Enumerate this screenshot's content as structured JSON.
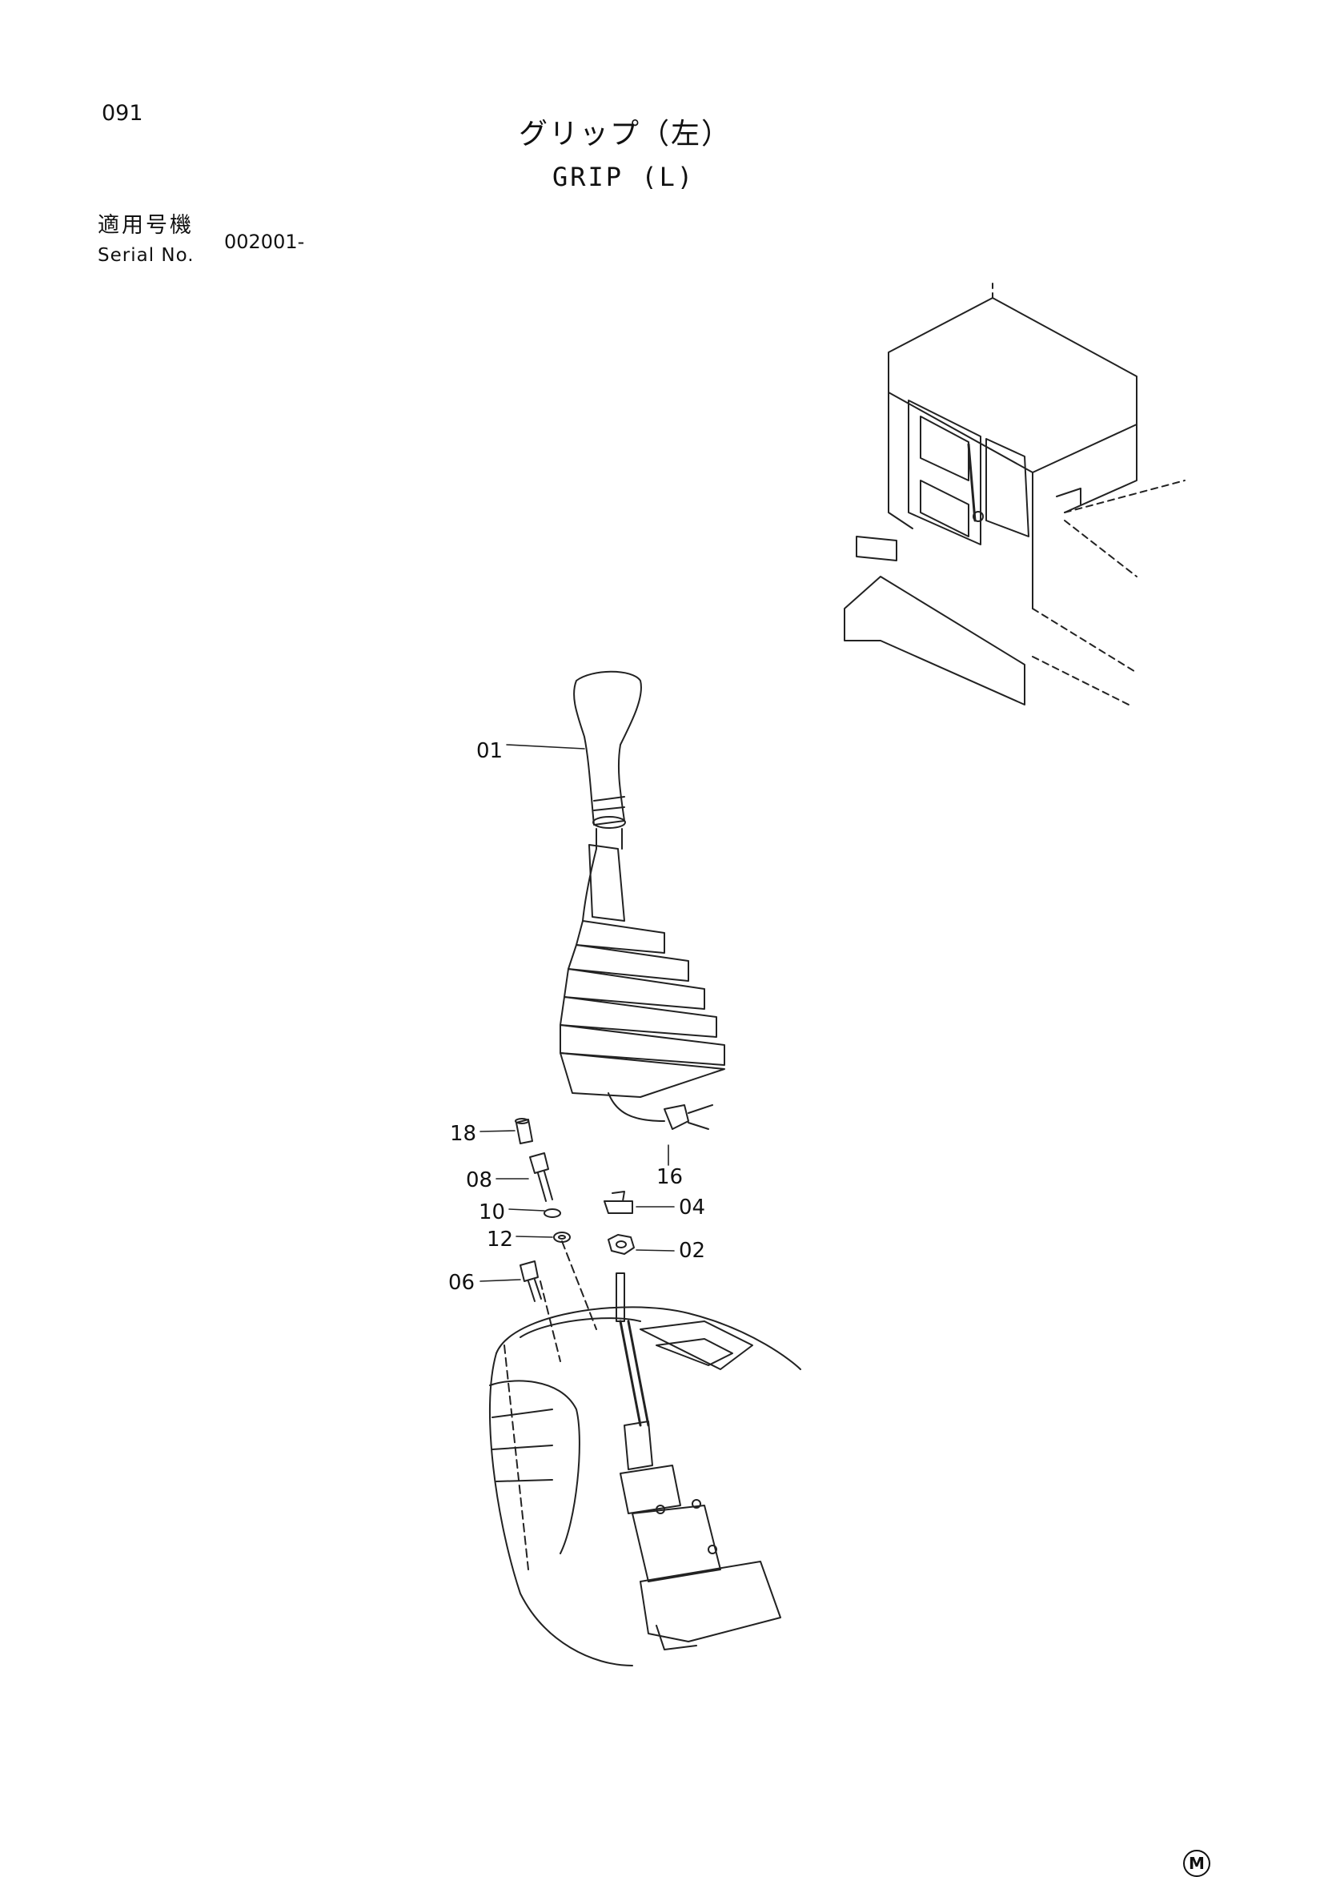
{
  "header": {
    "page_number": "091",
    "title_jp": "グリップ（左）",
    "title_en": "GRIP (L)"
  },
  "serial": {
    "label_jp": "適用号機",
    "label_en": "Serial No.",
    "value": "002001-"
  },
  "parts": [
    {
      "id": "01"
    },
    {
      "id": "18"
    },
    {
      "id": "08"
    },
    {
      "id": "10"
    },
    {
      "id": "12"
    },
    {
      "id": "06"
    },
    {
      "id": "16"
    },
    {
      "id": "04"
    },
    {
      "id": "02"
    }
  ],
  "footer": {
    "mark": "M"
  }
}
